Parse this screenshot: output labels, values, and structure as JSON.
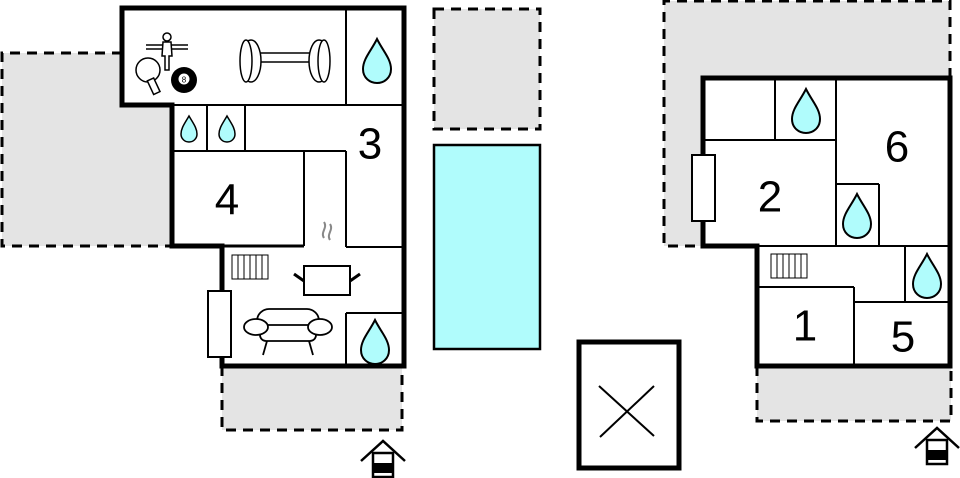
{
  "floorplan": {
    "colors": {
      "wall": "#000000",
      "outdoor_area": "#e4e4e4",
      "water": "#b0fcfc",
      "pool": "#b0fcfc",
      "background": "#ffffff"
    },
    "left_building": {
      "rooms": [
        {
          "id": "room-3",
          "label": "3"
        },
        {
          "id": "room-4",
          "label": "4"
        }
      ],
      "icons": [
        "table-tennis-icon",
        "foosball-icon",
        "billiard-ball-icon",
        "dumbbell-icon",
        "water-drop-icon",
        "water-drop-icon",
        "water-drop-icon",
        "water-drop-icon",
        "radiator-icon",
        "cooking-pot-icon",
        "sofa-icon",
        "window-icon",
        "entrance-icon"
      ],
      "billiard_ball_number": "8"
    },
    "right_building": {
      "rooms": [
        {
          "id": "room-1",
          "label": "1"
        },
        {
          "id": "room-2",
          "label": "2"
        },
        {
          "id": "room-5",
          "label": "5"
        },
        {
          "id": "room-6",
          "label": "6"
        }
      ],
      "icons": [
        "water-drop-icon",
        "water-drop-icon",
        "water-drop-icon",
        "radiator-icon",
        "window-icon",
        "entrance-icon"
      ]
    },
    "center": {
      "items": [
        "outdoor-area",
        "swimming-pool",
        "stairwell-x-box"
      ]
    }
  }
}
